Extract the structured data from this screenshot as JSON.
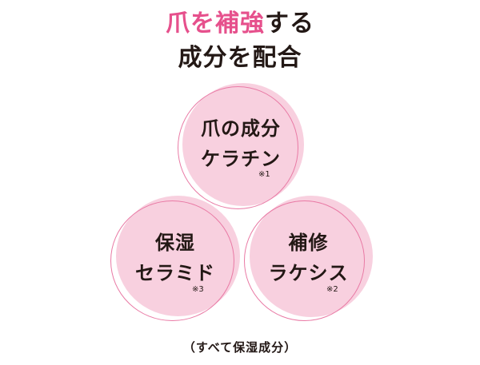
{
  "headline": {
    "line1_accent": "爪を補強",
    "line1_rest": "する",
    "line2": "成分を配合"
  },
  "colors": {
    "accent": "#e6508c",
    "circle_fill": "#f8d0df",
    "circle_outline": "#e97aa5",
    "text": "#231815"
  },
  "circles": [
    {
      "line1": "爪の成分",
      "line2": "ケラチン",
      "note": "※1"
    },
    {
      "line1": "保湿",
      "line2": "セラミド",
      "note": "※3"
    },
    {
      "line1": "補修",
      "line2": "ラケシス",
      "note": "※2"
    }
  ],
  "footer": "（すべて保湿成分）"
}
